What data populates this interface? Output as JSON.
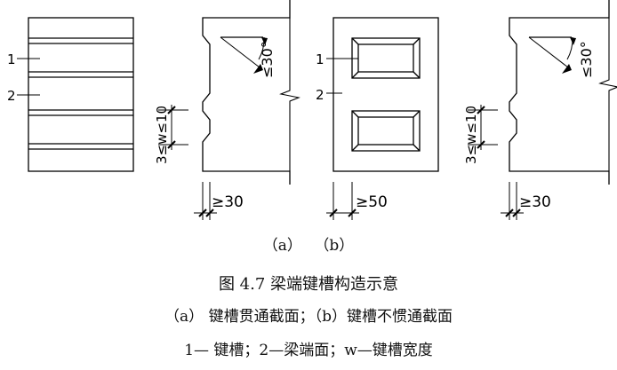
{
  "figure": {
    "callout_1": "1",
    "callout_2": "2",
    "angle_note": "≤30°",
    "width_range": "3≤w≤10",
    "dim_30": "≥30",
    "dim_50": "≥50"
  },
  "labels": {
    "sub_a": "（a）",
    "sub_b": "（b）",
    "title": "图 4.7 梁端键槽构造示意",
    "subtitle": "（a）  键槽贯通截面；（b）键槽不惯通截面",
    "legend": "1— 键槽；2—梁端面；w—键槽宽度"
  }
}
